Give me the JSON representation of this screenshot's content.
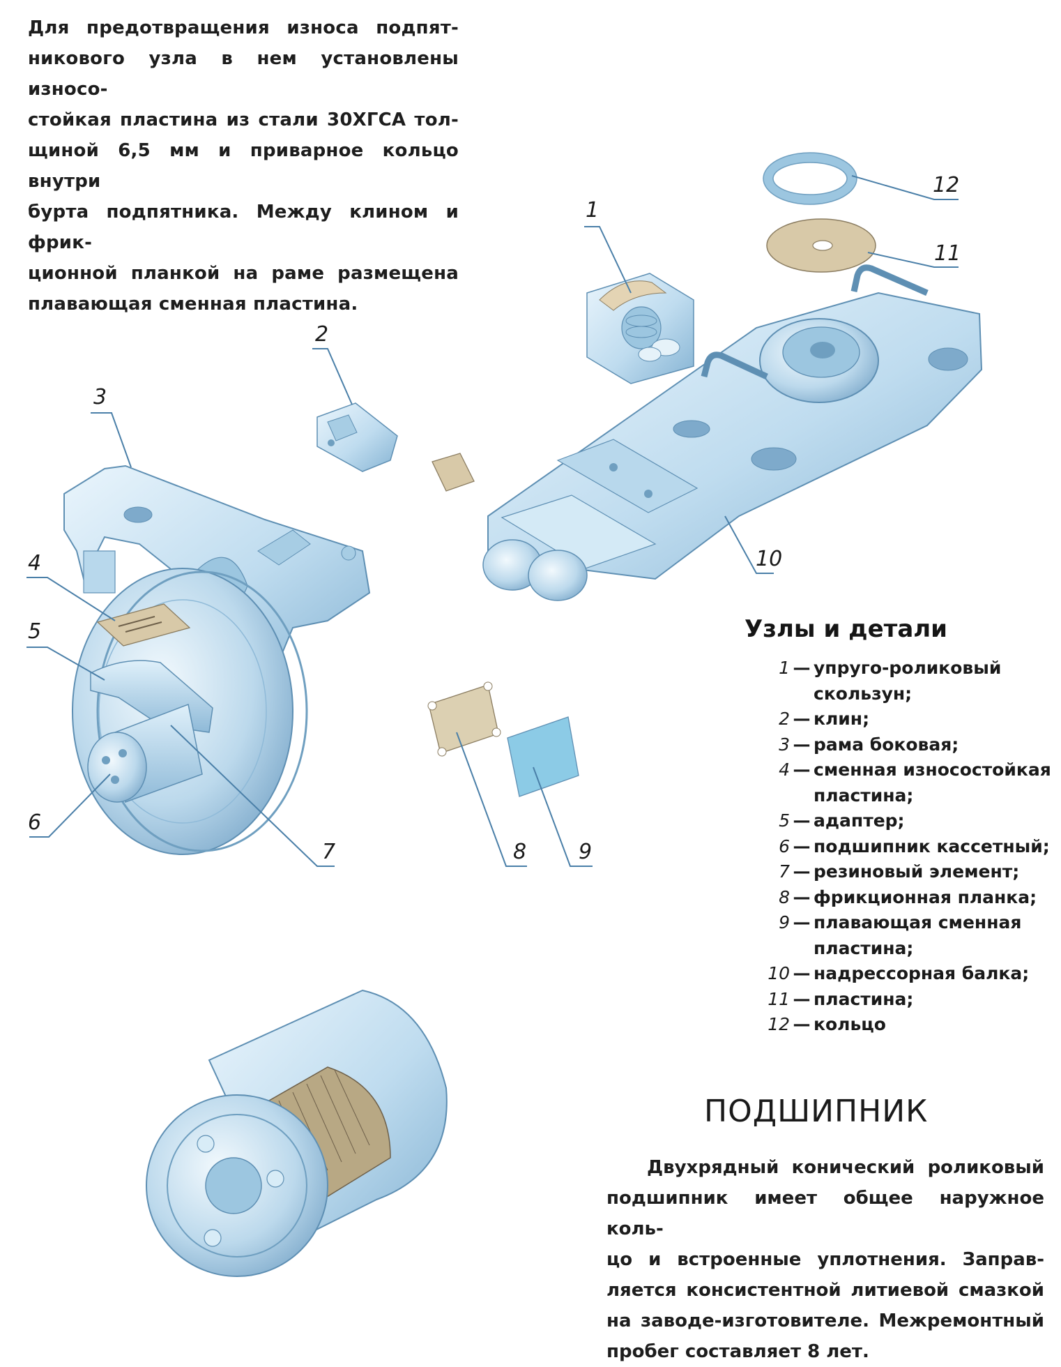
{
  "intro_lines": [
    "Для предотвращения износа подпят-",
    "никового узла в нем установлены износо-",
    "стойкая пластина из стали 30ХГСА тол-",
    "щиной 6,5 мм и приварное кольцо внутри",
    "бурта подпятника. Между клином и фрик-",
    "ционной планкой на раме размещена",
    "плавающая сменная пластина."
  ],
  "callouts": [
    "1",
    "2",
    "3",
    "4",
    "5",
    "6",
    "7",
    "8",
    "9",
    "10",
    "11",
    "12"
  ],
  "legend": {
    "title": "Узлы и детали",
    "items": [
      {
        "num": "1",
        "lines": [
          "упруго-роликовый",
          "скользун;"
        ]
      },
      {
        "num": "2",
        "lines": [
          "клин;"
        ]
      },
      {
        "num": "3",
        "lines": [
          "рама боковая;"
        ]
      },
      {
        "num": "4",
        "lines": [
          "сменная износостойкая",
          "пластина;"
        ]
      },
      {
        "num": "5",
        "lines": [
          "адаптер;"
        ]
      },
      {
        "num": "6",
        "lines": [
          "подшипник кассетный;"
        ]
      },
      {
        "num": "7",
        "lines": [
          "резиновый элемент;"
        ]
      },
      {
        "num": "8",
        "lines": [
          "фрикционная планка;"
        ]
      },
      {
        "num": "9",
        "lines": [
          "плавающая сменная",
          "пластина;"
        ]
      },
      {
        "num": "10",
        "lines": [
          "надрессорная балка;"
        ]
      },
      {
        "num": "11",
        "lines": [
          "пластина;"
        ]
      },
      {
        "num": "12",
        "lines": [
          "кольцо"
        ]
      }
    ]
  },
  "bearing": {
    "title": "ПОДШИПНИК",
    "lines": [
      "Двухрядный конический роликовый",
      "подшипник имеет общее наружное коль-",
      "цо и встроенные уплотнения. Заправ-",
      "ляется консистентной литиевой смазкой",
      "на заводе-изготовителе. Межремонтный",
      "пробег составляет 8 лет."
    ]
  },
  "colors": {
    "part_fill": "#cfe6f4",
    "part_shade": "#9cc6e0",
    "part_dark": "#6f9fc0",
    "leader": "#4a7fa8",
    "plate": "#d8c9a8",
    "plate_blue": "#8ccbe6"
  }
}
